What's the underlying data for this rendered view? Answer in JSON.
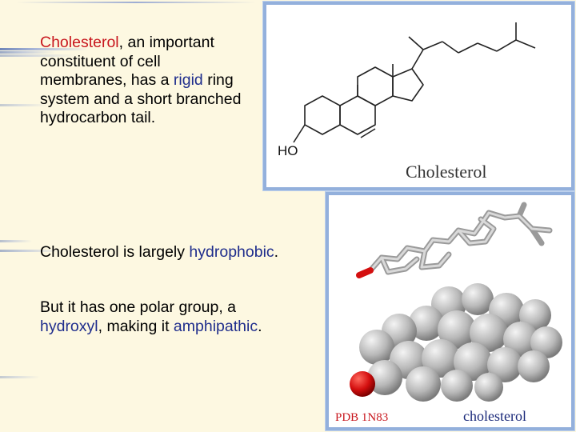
{
  "para1": {
    "cholesterol": "Cholesterol",
    "after_cholesterol": ", an important constituent of cell membranes, has a ",
    "rigid": "rigid",
    "after_rigid": " ring system and a short branched hydrocarbon tail."
  },
  "para2": {
    "before": "Cholesterol is largely ",
    "hydrophobic": "hydrophobic",
    "after": "."
  },
  "para3": {
    "before": "But it has one polar group, a ",
    "hydroxyl": "hydroxyl",
    "middle": ", making it ",
    "amphipathic": "amphipathic",
    "after": "."
  },
  "structure_panel": {
    "ho_label": "HO",
    "caption": "Cholesterol"
  },
  "model_panel": {
    "pdb_label": "PDB 1N83",
    "caption": "cholesterol"
  },
  "colors": {
    "accent_red": "#c8171e",
    "highlight_blue": "#1f2d8c",
    "panel_border": "#93b0dc",
    "background": "#fdf8e1"
  }
}
